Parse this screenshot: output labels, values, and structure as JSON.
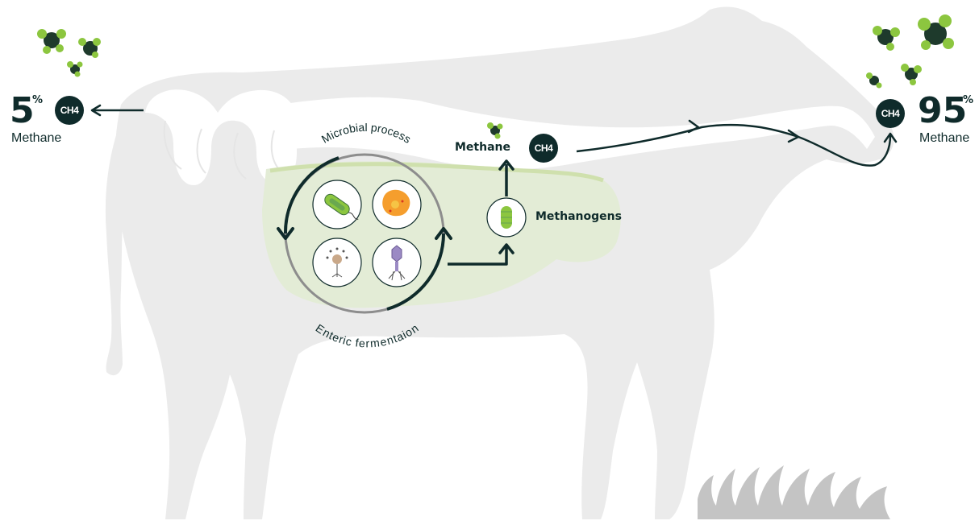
{
  "left_output": {
    "percent": "5",
    "percent_sign": "%",
    "label": "Methane",
    "molecule": "CH4"
  },
  "right_output": {
    "percent": "95",
    "percent_sign": "%",
    "label": "Methane",
    "molecule": "CH4"
  },
  "rumen": {
    "top_label": "Microbial process",
    "bottom_label": "Enteric fermentaion",
    "microbe_icons": [
      "bacterium-icon",
      "protozoa-icon",
      "fungus-icon",
      "bacteriophage-icon"
    ]
  },
  "methanogens_label": "Methanogens",
  "methane_label": "Methane",
  "methane_molecule": "CH4",
  "colors": {
    "dark": "#0f2b2b",
    "molecule_green": "#8cc63f",
    "cow_gray": "#ebebeb",
    "rumen_green": "#e3ecd6",
    "grass_gray": "#c4c4c4"
  }
}
